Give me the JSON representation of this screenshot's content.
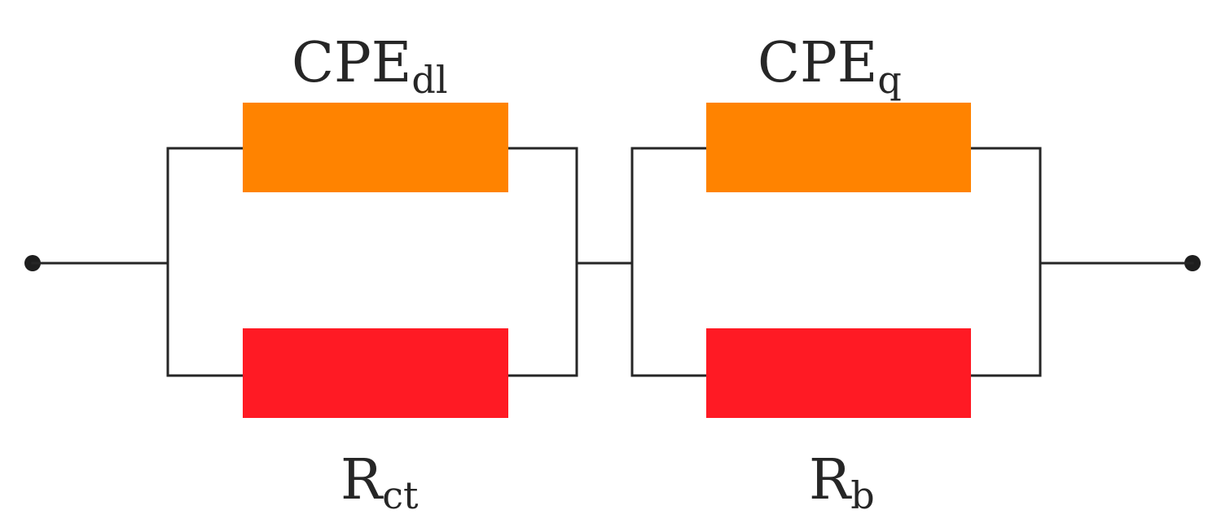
{
  "circuit": {
    "colors": {
      "wire": "#262626",
      "terminal": "#1e1e1e",
      "cpe_element": "#ff8300",
      "resistor_element": "#ff1a24",
      "label": "#262626"
    },
    "elements": {
      "cpe_dl": {
        "main": "CPE",
        "sub": "dl"
      },
      "r_ct": {
        "main": "R",
        "sub": "ct"
      },
      "cpe_q": {
        "main": "CPE",
        "sub": "q"
      },
      "r_b": {
        "main": "R",
        "sub": "b"
      }
    }
  }
}
